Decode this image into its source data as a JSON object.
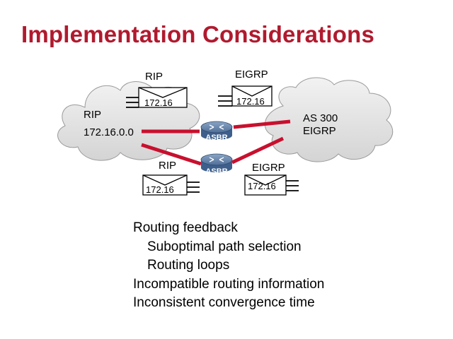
{
  "title": "Implementation Considerations",
  "diagram": {
    "left_cloud": {
      "line1": "RIP",
      "line2": "172.16.0.0"
    },
    "right_cloud": {
      "line1": "AS 300",
      "line2": "EIGRP"
    },
    "routers": [
      "ASBR",
      "ASBR"
    ],
    "updates": {
      "top_left": {
        "protocol": "RIP",
        "network": "172.16"
      },
      "top_right": {
        "protocol": "EIGRP",
        "network": "172.16"
      },
      "bottom_left": {
        "protocol": "RIP",
        "network": "172.16"
      },
      "bottom_right": {
        "protocol": "EIGRP",
        "network": "172.16"
      }
    },
    "link_color": "#c8102e"
  },
  "bullets": [
    {
      "text": "Routing feedback",
      "level": 0
    },
    {
      "text": "Suboptimal path selection",
      "level": 1
    },
    {
      "text": "Routing loops",
      "level": 1
    },
    {
      "text": "Incompatible routing information",
      "level": 0
    },
    {
      "text": "Inconsistent convergence time",
      "level": 0
    }
  ]
}
